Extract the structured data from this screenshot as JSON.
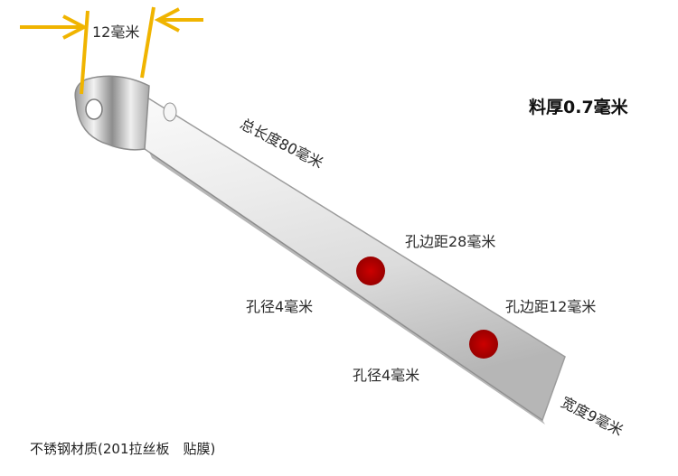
{
  "labels": {
    "tab_width": "12毫米",
    "thickness": "料厚0.7毫米",
    "total_length": "总长度80毫米",
    "hole_distance_28": "孔边距28毫米",
    "hole_dia_left": "孔径4毫米",
    "hole_distance_12": "孔边距12毫米",
    "hole_dia_bottom": "孔径4毫米",
    "width": "宽度9毫米",
    "material": "不锈钢材质(201拉丝板　贴膜)"
  },
  "colors": {
    "dimension_line": "#f0b400",
    "hole_marker": "#b00000",
    "steel_light": "#f4f4f4",
    "steel_dark": "#8a8a8a"
  }
}
